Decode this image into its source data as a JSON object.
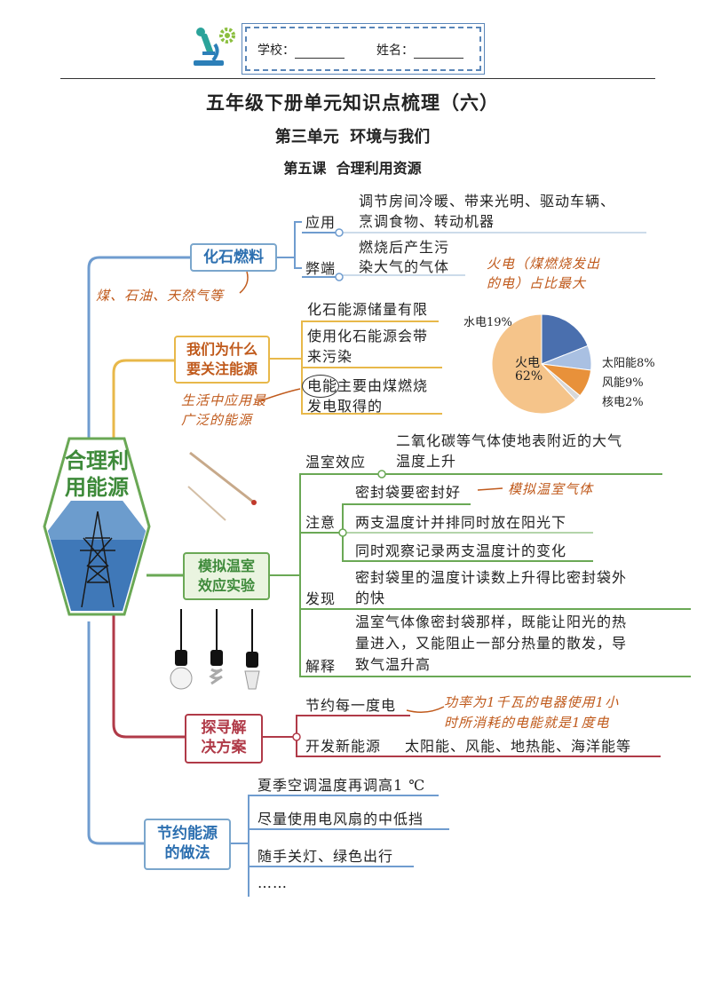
{
  "header": {
    "school_label": "学校：",
    "name_label": "姓名："
  },
  "title": "五年级下册单元知识点梳理（六）",
  "unit_title": "第三单元  环境与我们",
  "lesson_title": "第五课  合理利用资源",
  "center_label": "合理利用能源",
  "center_label_line1": "合理利",
  "center_label_line2": "用能源",
  "branches": {
    "fossil": {
      "label": "化石燃料",
      "handwritten": "煤、石油、天然气等",
      "use_label": "应用",
      "use_text": [
        "调节房间冷暖、带来光明、驱动车辆、",
        "烹调食物、转动机器"
      ],
      "harm_label": "弊端",
      "harm_text": [
        "燃烧后产生污",
        "染大气的气体"
      ]
    },
    "why": {
      "label_lines": [
        "我们为什么",
        "要关注能源"
      ],
      "handwritten": [
        "生活中应用最",
        "广泛的能源"
      ],
      "items": [
        [
          "化石能源储量有限"
        ],
        [
          "使用化石能源会带",
          "来污染"
        ],
        [
          "电能主要由煤燃烧",
          "发电取得的"
        ]
      ]
    },
    "greenhouse": {
      "label_lines": [
        "模拟温室",
        "效应实验"
      ],
      "effect_label": "温室效应",
      "effect_text": [
        "二氧化碳等气体使地表附近的大气",
        "温度上升"
      ],
      "note_label": "注意",
      "notes": [
        "密封袋要密封好",
        "两支温度计并排同时放在阳光下",
        "同时观察记录两支温度计的变化"
      ],
      "note_handwritten": "模拟温室气体",
      "find_label": "发现",
      "find_text": [
        "密封袋里的温度计读数上升得比密封袋外",
        "的快"
      ],
      "explain_label": "解释",
      "explain_text": [
        "温室气体像密封袋那样，既能让阳光的热",
        "量进入，又能阻止一部分热量的散发，导",
        "致气温升高"
      ]
    },
    "solve": {
      "label_lines": [
        "探寻解",
        "决方案"
      ],
      "save_label": "节约每一度电",
      "save_handwritten": [
        "功率为1千瓦的电器使用1小",
        "时所消耗的电能就是1度电"
      ],
      "new_label": "开发新能源",
      "new_text": "太阳能、风能、地热能、海洋能等"
    },
    "practice": {
      "label_lines": [
        "节约能源",
        "的做法"
      ],
      "items": [
        "夏季空调温度再调高1 ℃",
        "尽量使用电风扇的中低挡",
        "随手关灯、绿色出行",
        "……"
      ]
    }
  },
  "chart_data": {
    "type": "pie",
    "title": "",
    "annotation": [
      "火电（煤燃烧发出",
      "的电）占比最大"
    ],
    "slices": [
      {
        "label": "火电",
        "value": 62,
        "color": "#f5c48a"
      },
      {
        "label": "水电",
        "value": 19,
        "color": "#4a6fae"
      },
      {
        "label": "太阳能",
        "value": 8,
        "color": "#a9c0e2"
      },
      {
        "label": "风能",
        "value": 9,
        "color": "#e8913a"
      },
      {
        "label": "核电",
        "value": 2,
        "color": "#d8d8d8"
      }
    ],
    "slice_texts": [
      "火电",
      "62%",
      "水电19%",
      "太阳能8%",
      "风能9%",
      "核电2%"
    ]
  },
  "colors": {
    "blue_branch": "#6f9ccf",
    "yellow_branch": "#e8b84a",
    "green_branch": "#6aa855",
    "red_branch": "#b03a48",
    "handwriting": "#c05a1c",
    "center_green": "#3e8a3a"
  },
  "icons": [
    "microscope-icon",
    "gear-icon",
    "power-tower-photo",
    "light-bulb-icon",
    "thermometer-image"
  ]
}
